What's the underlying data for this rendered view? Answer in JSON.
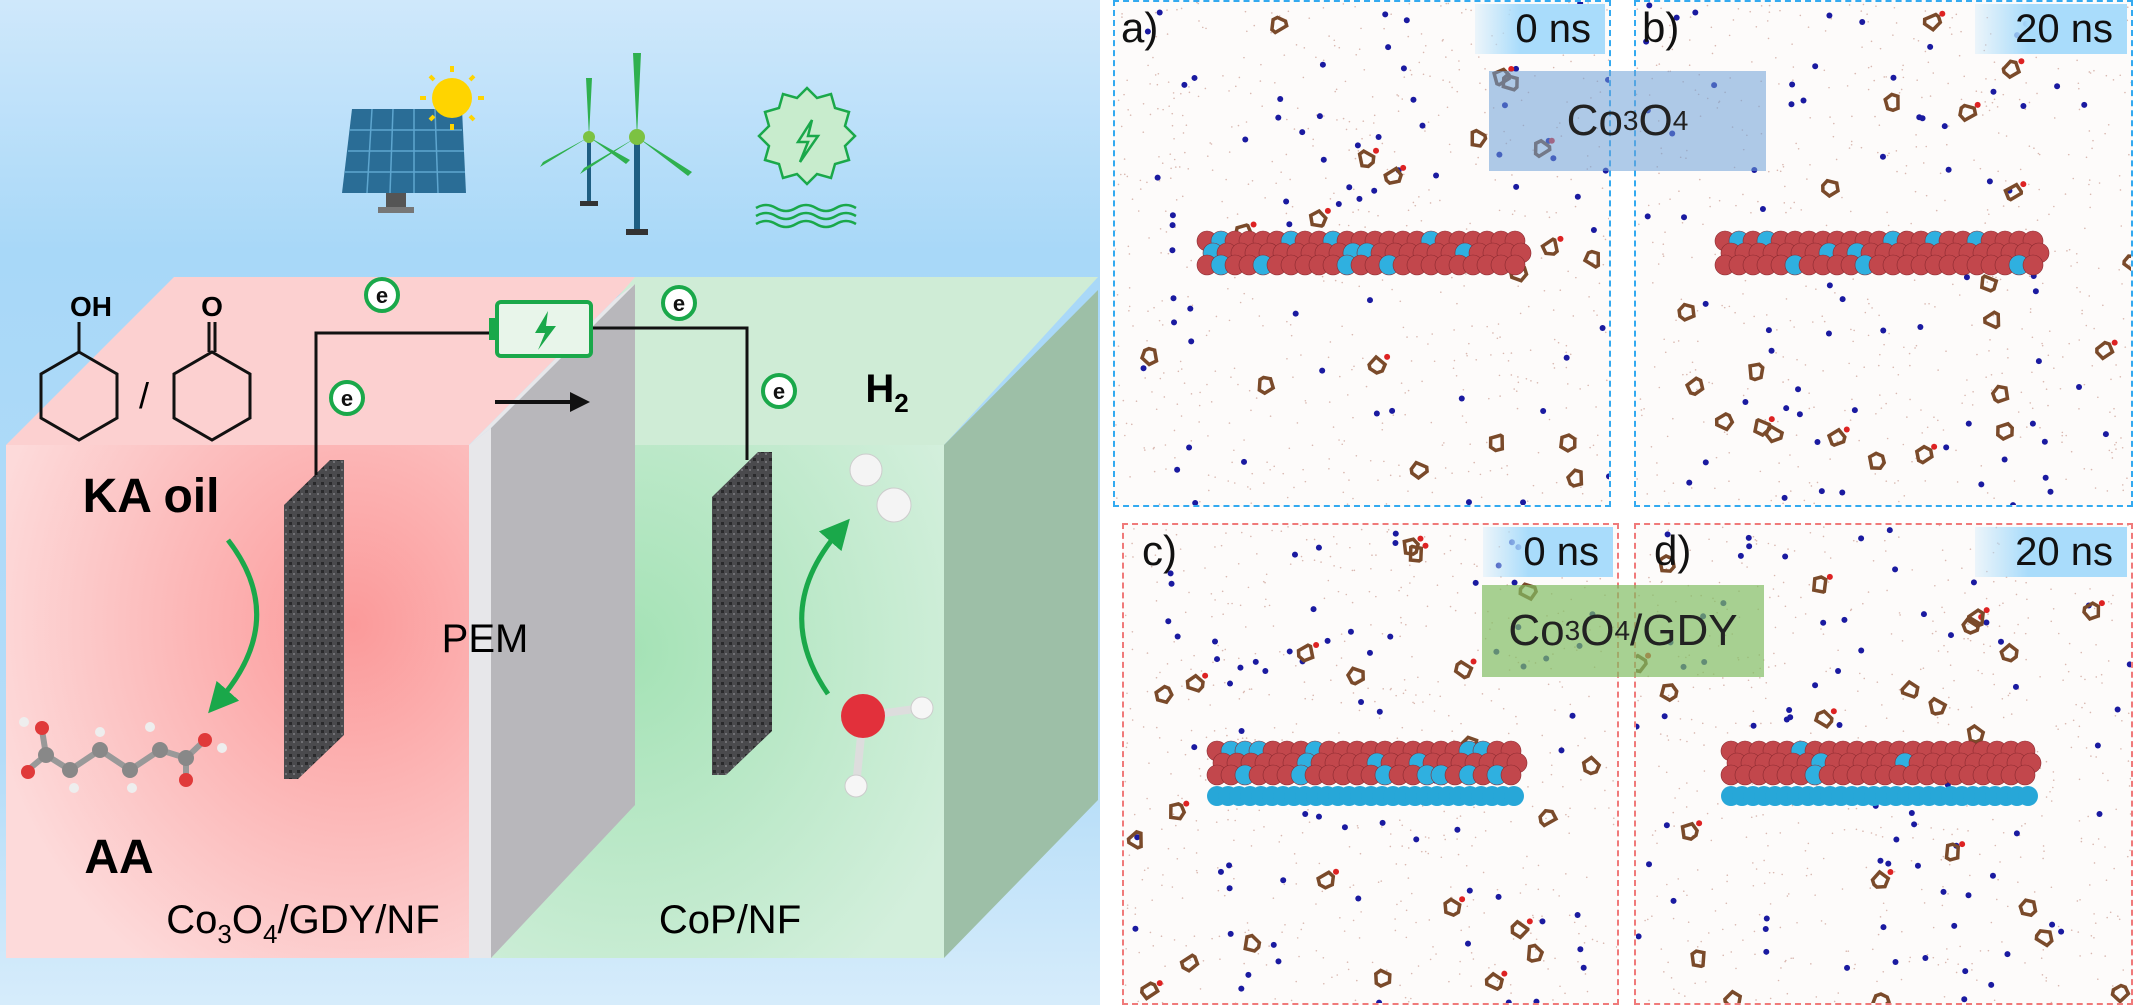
{
  "schematic": {
    "reactant_label": "KA oil",
    "reactant_oh_label": "OH",
    "reactant_o_label": "O",
    "separator": "/",
    "product_label": "AA",
    "hydrogen_label": "H",
    "hydrogen_sub": "2",
    "membrane_label": "PEM",
    "anode_label": {
      "a": "Co",
      "s1": "3",
      "b": "O",
      "s2": "4",
      "c": "/GDY/NF"
    },
    "cathode_label": "CoP/NF",
    "electron_label": "e",
    "energy_sources": [
      "solar-panel",
      "wind-turbines",
      "hydropower"
    ]
  },
  "simulations": {
    "material_top": {
      "a": "Co",
      "s1": "3",
      "b": "O",
      "s2": "4",
      "c": ""
    },
    "material_bottom": {
      "a": "Co",
      "s1": "3",
      "b": "O",
      "s2": "4",
      "c": "/GDY"
    },
    "panels": [
      {
        "label": "a)",
        "time": "0 ns"
      },
      {
        "label": "b)",
        "time": "20 ns"
      },
      {
        "label": "c)",
        "time": "0 ns"
      },
      {
        "label": "d)",
        "time": "20 ns"
      }
    ]
  },
  "colors": {
    "accent_green": "#1aa84a",
    "anode_red": "#f9a5a5",
    "cathode_green": "#b5e6c2",
    "frame_blue": "#33aaf0",
    "frame_red": "#f07a7a"
  }
}
